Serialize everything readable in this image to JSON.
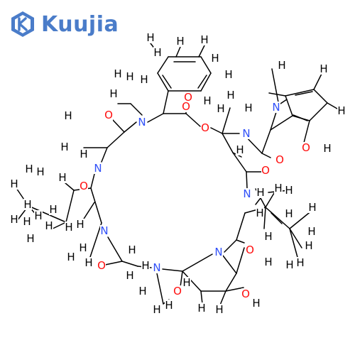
{
  "brand": {
    "name": "Kuujia",
    "color": "#4a7cc9"
  },
  "colors": {
    "H": "#000000",
    "N": "#3050f8",
    "O": "#ff0d0d"
  },
  "atoms": [
    [
      "H",
      212,
      53
    ],
    [
      "H",
      254,
      58
    ],
    [
      "H",
      288,
      56
    ],
    [
      "H",
      222,
      74
    ],
    [
      "H",
      303,
      82
    ],
    [
      "H",
      183,
      108
    ],
    [
      "H",
      203,
      112
    ],
    [
      "O",
      265,
      137
    ],
    [
      "H",
      322,
      105
    ],
    [
      "H",
      292,
      142
    ],
    [
      "O",
      153,
      162
    ],
    [
      "N",
      200,
      172
    ],
    [
      "H",
      160,
      132
    ],
    [
      "H",
      166,
      104
    ],
    [
      "O",
      262,
      150
    ],
    [
      "O",
      289,
      180
    ],
    [
      "H",
      325,
      134
    ],
    [
      "H",
      350,
      152
    ],
    [
      "H",
      311,
      153
    ],
    [
      "N",
      347,
      188
    ],
    [
      "H",
      397,
      92
    ],
    [
      "H",
      456,
      97
    ],
    [
      "N",
      389,
      151
    ],
    [
      "H",
      481,
      156
    ],
    [
      "O",
      431,
      208
    ],
    [
      "H",
      461,
      209
    ],
    [
      "O",
      394,
      225
    ],
    [
      "H",
      96,
      163
    ],
    [
      "H",
      91,
      207
    ],
    [
      "H",
      118,
      217
    ],
    [
      "N",
      138,
      237
    ],
    [
      "H",
      338,
      211
    ],
    [
      "O",
      374,
      240
    ],
    [
      "H",
      41,
      238
    ],
    [
      "H",
      88,
      250
    ],
    [
      "O",
      118,
      262
    ],
    [
      "H",
      57,
      242
    ],
    [
      "H",
      20,
      259
    ],
    [
      "H",
      39,
      288
    ],
    [
      "H",
      20,
      309
    ],
    [
      "H",
      54,
      304
    ],
    [
      "H",
      38,
      312
    ],
    [
      "H",
      69,
      318
    ],
    [
      "H",
      43,
      336
    ],
    [
      "H",
      97,
      320
    ],
    [
      "H",
      113,
      316
    ],
    [
      "N",
      147,
      325
    ],
    [
      "H",
      75,
      295
    ],
    [
      "N",
      348,
      273
    ],
    [
      "H",
      367,
      271
    ],
    [
      "H",
      392,
      265
    ],
    [
      "H",
      407,
      268
    ],
    [
      "H",
      366,
      300
    ],
    [
      "H",
      440,
      292
    ],
    [
      "H",
      407,
      301
    ],
    [
      "H",
      439,
      326
    ],
    [
      "H",
      117,
      349
    ],
    [
      "H",
      125,
      370
    ],
    [
      "H",
      100,
      362
    ],
    [
      "O",
      143,
      374
    ],
    [
      "H",
      186,
      352
    ],
    [
      "H",
      205,
      374
    ],
    [
      "N",
      221,
      377
    ],
    [
      "O",
      352,
      352
    ],
    [
      "H",
      378,
      333
    ],
    [
      "N",
      308,
      355
    ],
    [
      "H",
      435,
      346
    ],
    [
      "H",
      423,
      370
    ],
    [
      "H",
      378,
      369
    ],
    [
      "H",
      408,
      373
    ],
    [
      "O",
      250,
      410
    ],
    [
      "H",
      183,
      388
    ],
    [
      "H",
      238,
      430
    ],
    [
      "H",
      263,
      398
    ],
    [
      "H",
      201,
      410
    ],
    [
      "H",
      221,
      436
    ],
    [
      "O",
      346,
      414
    ],
    [
      "H",
      284,
      434
    ],
    [
      "H",
      309,
      436
    ],
    [
      "H",
      361,
      427
    ]
  ],
  "bonds": [
    [
      212,
      61,
      222,
      74
    ],
    [
      254,
      66,
      248,
      80
    ],
    [
      288,
      64,
      280,
      80
    ],
    [
      237,
      80,
      283,
      80
    ],
    [
      237,
      80,
      222,
      103
    ],
    [
      283,
      80,
      297,
      103
    ],
    [
      222,
      103,
      237,
      128
    ],
    [
      297,
      103,
      283,
      128
    ],
    [
      237,
      128,
      283,
      128
    ],
    [
      245,
      87,
      275,
      87
    ],
    [
      229,
      106,
      241,
      124
    ],
    [
      291,
      106,
      279,
      124
    ],
    [
      237,
      128,
      230,
      160
    ],
    [
      230,
      160,
      208,
      172
    ],
    [
      230,
      160,
      262,
      160
    ],
    [
      262,
      160,
      262,
      146
    ],
    [
      262,
      160,
      282,
      178
    ],
    [
      297,
      180,
      313,
      188
    ],
    [
      313,
      188,
      324,
      152
    ],
    [
      313,
      188,
      337,
      188
    ],
    [
      313,
      188,
      328,
      215
    ],
    [
      328,
      215,
      340,
      221
    ],
    [
      328,
      215,
      347,
      242
    ],
    [
      347,
      242,
      374,
      242
    ],
    [
      347,
      242,
      348,
      265
    ],
    [
      192,
      172,
      175,
      186
    ],
    [
      175,
      186,
      158,
      168
    ],
    [
      175,
      186,
      151,
      208
    ],
    [
      151,
      208,
      118,
      208
    ],
    [
      151,
      208,
      143,
      228
    ],
    [
      200,
      162,
      184,
      146
    ],
    [
      184,
      146,
      166,
      146
    ],
    [
      133,
      245,
      128,
      265
    ],
    [
      128,
      265,
      104,
      268
    ],
    [
      128,
      265,
      143,
      314
    ],
    [
      104,
      268,
      85,
      252
    ],
    [
      104,
      268,
      93,
      313
    ],
    [
      93,
      313,
      40,
      290
    ],
    [
      93,
      313,
      68,
      325
    ],
    [
      93,
      313,
      95,
      323
    ],
    [
      40,
      290,
      23,
      265
    ],
    [
      40,
      290,
      24,
      311
    ],
    [
      40,
      290,
      54,
      306
    ],
    [
      133,
      285,
      113,
      316
    ],
    [
      143,
      314,
      126,
      365
    ],
    [
      152,
      334,
      172,
      368
    ],
    [
      172,
      368,
      148,
      373
    ],
    [
      172,
      368,
      194,
      375
    ],
    [
      213,
      377,
      194,
      375
    ],
    [
      221,
      385,
      230,
      428
    ],
    [
      230,
      428,
      238,
      422
    ],
    [
      229,
      379,
      257,
      382
    ],
    [
      257,
      382,
      254,
      404
    ],
    [
      257,
      382,
      299,
      358
    ],
    [
      257,
      382,
      283,
      410
    ],
    [
      283,
      410,
      285,
      428
    ],
    [
      283,
      410,
      318,
      410
    ],
    [
      318,
      410,
      309,
      432
    ],
    [
      318,
      410,
      343,
      405
    ],
    [
      318,
      410,
      333,
      385
    ],
    [
      333,
      385,
      314,
      360
    ],
    [
      333,
      385,
      344,
      349
    ],
    [
      316,
      355,
      333,
      338
    ],
    [
      344,
      342,
      333,
      338
    ],
    [
      333,
      338,
      345,
      300
    ],
    [
      345,
      300,
      374,
      292
    ],
    [
      374,
      292,
      360,
      266
    ],
    [
      374,
      292,
      389,
      267
    ],
    [
      374,
      292,
      408,
      322
    ],
    [
      374,
      292,
      372,
      322
    ],
    [
      408,
      322,
      440,
      296
    ],
    [
      408,
      322,
      425,
      349
    ],
    [
      408,
      322,
      420,
      366
    ],
    [
      382,
      300,
      397,
      315
    ],
    [
      360,
      288,
      370,
      275
    ],
    [
      407,
      268,
      378,
      271
    ],
    [
      342,
      188,
      369,
      216
    ],
    [
      369,
      216,
      381,
      222
    ],
    [
      369,
      216,
      381,
      183
    ],
    [
      381,
      183,
      389,
      158
    ],
    [
      381,
      183,
      412,
      163
    ],
    [
      412,
      163,
      402,
      135
    ],
    [
      402,
      135,
      379,
      131
    ],
    [
      402,
      135,
      442,
      126
    ],
    [
      442,
      126,
      456,
      98
    ],
    [
      442,
      126,
      461,
      145
    ],
    [
      461,
      145,
      480,
      156
    ],
    [
      461,
      145,
      436,
      170
    ],
    [
      436,
      170,
      428,
      201
    ],
    [
      436,
      170,
      412,
      163
    ],
    [
      392,
      144,
      383,
      97
    ],
    [
      413,
      162,
      433,
      170
    ],
    [
      416,
      134,
      440,
      129
    ],
    [
      404,
      140,
      386,
      152
    ]
  ]
}
